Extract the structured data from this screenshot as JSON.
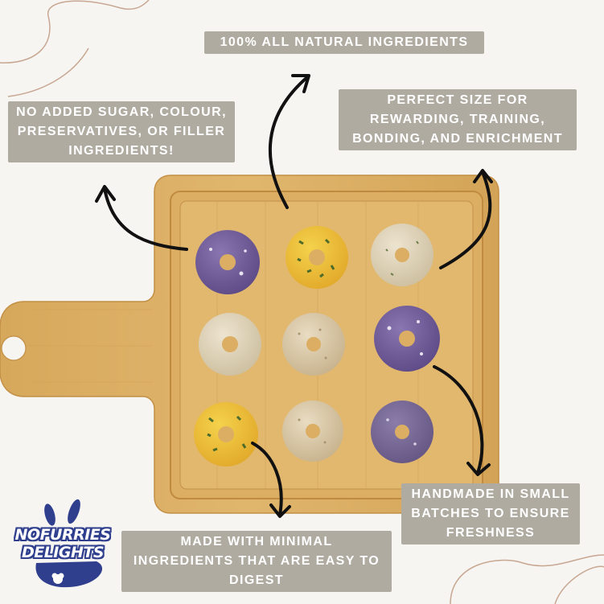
{
  "labels": {
    "natural": [
      "100% ALL NATURAL INGREDIENTS"
    ],
    "no_sugar": [
      "NO ADDED SUGAR, COLOUR,",
      "PRESERVATIVES, OR FILLER",
      "INGREDIENTS!"
    ],
    "size": [
      "PERFECT SIZE FOR",
      "REWARDING, TRAINING,",
      "BONDING, AND ENRICHMENT"
    ],
    "handmade": [
      "HANDMADE IN SMALL",
      "BATCHES TO ENSURE",
      "FRESHNESS"
    ],
    "minimal": [
      "MADE WITH MINIMAL",
      "INGREDIENTS THAT ARE EASY TO",
      "DIGEST"
    ]
  },
  "logo": {
    "line1": "NOFURRIES",
    "line2": "DELIGHTS"
  },
  "colors": {
    "background": "#f7f5f2",
    "label_bg": "#b0aba0",
    "board": "#d9ac62",
    "logo": "#2f3f8e",
    "arrow": "#111111",
    "swirl": "#c7a791"
  },
  "treats": [
    {
      "flavor": "purple"
    },
    {
      "flavor": "yellow-herb"
    },
    {
      "flavor": "cream-herb"
    },
    {
      "flavor": "cream"
    },
    {
      "flavor": "oat"
    },
    {
      "flavor": "purple"
    },
    {
      "flavor": "yellow-herb"
    },
    {
      "flavor": "oat"
    },
    {
      "flavor": "purple-light"
    }
  ]
}
